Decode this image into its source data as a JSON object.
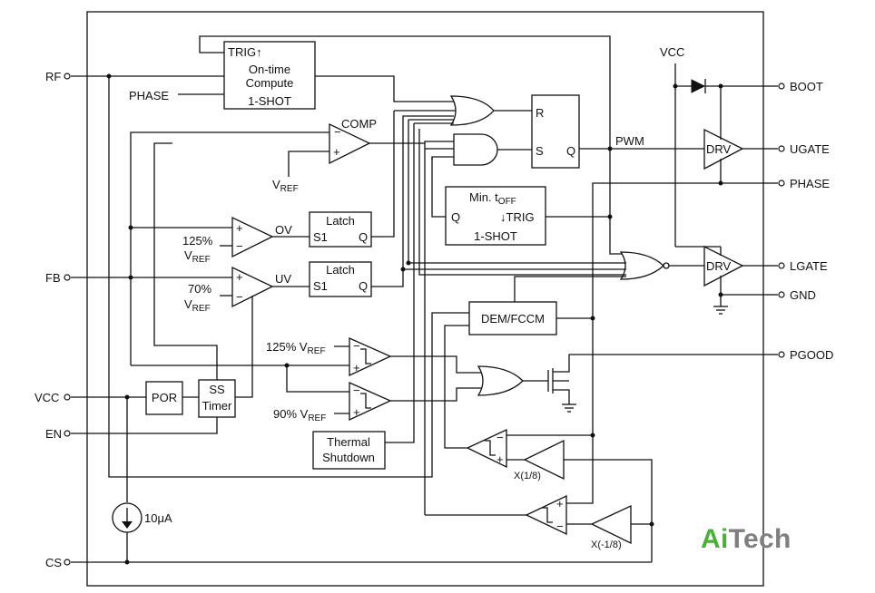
{
  "pins": {
    "rf": "RF",
    "fb": "FB",
    "vcc": "VCC",
    "en": "EN",
    "cs": "CS",
    "boot": "BOOT",
    "ugate": "UGATE",
    "phase": "PHASE",
    "lgate": "LGATE",
    "gnd": "GND",
    "pgood": "PGOOD",
    "vcc_top": "VCC"
  },
  "blocks": {
    "ontime_trig": "TRIG↑",
    "ontime_l1": "On-time",
    "ontime_l2": "Compute",
    "ontime_l3": "1-SHOT",
    "phase_in": "PHASE",
    "comp": "COMP",
    "vref": "V",
    "vref_sub": "REF",
    "rs_r": "R",
    "rs_s": "S",
    "rs_q": "Q",
    "pwm": "PWM",
    "drv_top": "DRV",
    "drv_bottom": "DRV",
    "mintoff_l1": "Min. t",
    "mintoff_sub": "OFF",
    "mintoff_q": "Q",
    "mintoff_trig": "↓TRIG",
    "mintoff_l3": "1-SHOT",
    "ov": "OV",
    "uv": "UV",
    "latch1": "Latch",
    "latch2": "Latch",
    "s1": "S1",
    "q": "Q",
    "ov_pct": "125%",
    "uv_pct": "70%",
    "dem": "DEM/FCCM",
    "pg_hi": "125% V",
    "pg_lo": "90% V",
    "por": "POR",
    "ss1": "SS",
    "ss2": "Timer",
    "thermal1": "Thermal",
    "thermal2": "Shutdown",
    "gain_pos": "X(1/8)",
    "gain_neg": "X(-1/8)",
    "current": "10μA",
    "minus": "−",
    "plus": "+"
  },
  "logo": {
    "part1": "Ai",
    "part2": "Tech"
  }
}
